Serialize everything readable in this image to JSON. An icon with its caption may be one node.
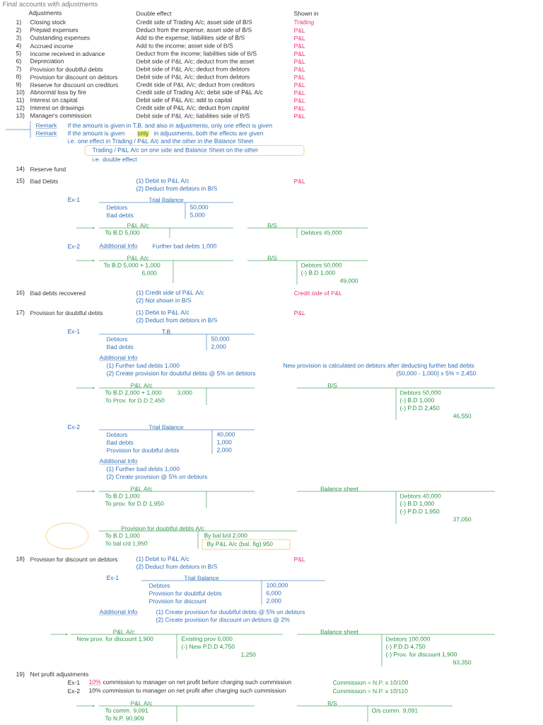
{
  "diagram": {
    "title": "Final accounts with adjustments",
    "labels": [
      "Adjustments",
      "Double effect",
      "Shown in",
      "1)",
      "Closing stock",
      "Credit side of Trading A/c; asset side of B/S",
      "Trading",
      "2)",
      "Prepaid expenses",
      "Deduct from the expense; asset side of B/S",
      "P&L",
      "3)",
      "Outstanding expenses",
      "Add to the expense; liabilities side of B/S",
      "P&L",
      "4)",
      "Accrued income",
      "Add to the income; asset side of B/S",
      "P&L",
      "5)",
      "Income received in advance",
      "Deduct from the income; liabilities side of B/S",
      "P&L",
      "6)",
      "Depreciation",
      "Debit side of P&L A/c; deduct from the asset",
      "P&L",
      "7)",
      "Provision for doubtful debts",
      "Debit side of P&L A/c; deduct from debtors",
      "P&L",
      "8)",
      "Provision for discount on debtors",
      "Debit side of P&L A/c; deduct from debtors",
      "P&L",
      "9)",
      "Reserve for discount on creditors",
      "Credit side of P&L A/c; deduct from creditors",
      "P&L",
      "10)",
      "Abnormal loss by fire",
      "Credit side of Trading A/c; debit side of P&L A/c",
      "P&L",
      "11)",
      "Interest on capital",
      "Debit side of P&L A/c; add to capital",
      "P&L",
      "12)",
      "Interest on drawings",
      "Credit side of P&L A/c; deduct from capital",
      "P&L",
      "13)",
      "Manager's commission",
      "Debit side of P&L A/c; liabilities side of B/S",
      "P&L",
      "Remark",
      "If the amount is given in T.B. and also in adjustments, only one effect is given",
      "Remark",
      "If the amount is given",
      "only",
      "in adjustments, both the effects are given",
      "i.e. one effect in Trading / P&L A/c and the other in the Balance Sheet",
      "Trading / P&L A/c on one side and Balance Sheet on the other",
      "i.e. double effect",
      "14)",
      "Reserve fund",
      "15)",
      "Bad Debts",
      "(1) Debit to P&L A/c",
      "P&L",
      "(2) Deduct from debtors in B/S",
      "Ex-1",
      "Trial Balance",
      "Debtors",
      "50,000",
      "Bad debts",
      "5,000",
      "P&L A/c",
      "B/S",
      "To B.D 5,000",
      "Debtors 45,000",
      "Ex-2",
      "Additional Info",
      "Further bad debts 1,000",
      "P&L A/c",
      "B/S",
      "To B.D 5,000 + 1,000",
      "Debtors 50,000",
      "6,000",
      "(-) B.D 1,000",
      "49,000",
      "16)",
      "Bad debts recovered",
      "(1) Credit side of P&L A/c",
      "Credit side of P&L",
      "(2) Not shown in B/S",
      "17)",
      "Provision for doubtful debts",
      "(1) Debit to P&L A/c",
      "P&L",
      "(2) Deduct from debtors in B/S",
      "Ex-1",
      "T.B",
      "Debtors",
      "50,000",
      "Bad debts",
      "2,000",
      "Additional Info",
      "(1) Further bad debts 1,000",
      "New provision is calculated on debtors after deducting further bad debts",
      "(2) Create provision for doubtful debts @ 5% on debtors",
      "(50,000 - 1,000) x 5% = 2,450",
      "P&L A/c",
      "B/S",
      "To B.D 2,000 + 1,000",
      "3,000",
      "Debtors 50,000",
      "To Prov. for D.D 2,450",
      "(-) B.D 1,000",
      "(-) P.D.D 2,450",
      "46,550",
      "Ex-2",
      "Trial Balance",
      "Debtors",
      "40,000",
      "Bad debts",
      "1,000",
      "Provision for doubtful debts",
      "2,000",
      "Additional Info",
      "(1) Further bad debts 1,000",
      "(2) Create provision @ 5% on debtors",
      "P&L A/c",
      "Balance sheet",
      "To B.D 1,000",
      "Debtors 40,000",
      "To prov. for D.D 1,950",
      "(-) B.D 1,000",
      "(-) P.D.D 1,950",
      "37,050",
      "Provision for doubtful debts A/c",
      "To B.D 1,000",
      "By bal b/d 2,000",
      "To bal c/d 1,950",
      "By P&L A/c (bal. fig) 950",
      "18)",
      "Provision for discount on debtors",
      "(1) Debit to P&L A/c",
      "P&L",
      "(2) Deduct from debtors in B/S",
      "Ex-1",
      "Trial Balance",
      "Debtors",
      "100,000",
      "Provision for doubtful debts",
      "6,000",
      "Provision for discount",
      "2,000",
      "Additional Info",
      "(1) Create provision for doubtful debts @ 5% on debtors",
      "(2) Create provision for discount on debtors @ 2%",
      "P&L A/c",
      "Balance sheet",
      "New prov. for discount 1,900",
      "Existing prov 6,000",
      "Debtors 100,000",
      "(-) New P.D.D 4,750",
      "(-) P.D.D 4,750",
      "1,250",
      "(-) Prov. for discount 1,900",
      "93,350",
      "19)",
      "Net profit adjustments",
      "Ex-1",
      "10%",
      "commission to manager on net profit before charging such commission",
      "Commission = N.P. x 10/100",
      "Ex-2",
      "10% commission to manager on net profit after charging such commission",
      "Commission = N.P. x 10/110",
      "P&L A/c",
      "B/S",
      "To comm. 9,091",
      "O/s comm. 9,091",
      "To N.P. 90,909"
    ]
  }
}
